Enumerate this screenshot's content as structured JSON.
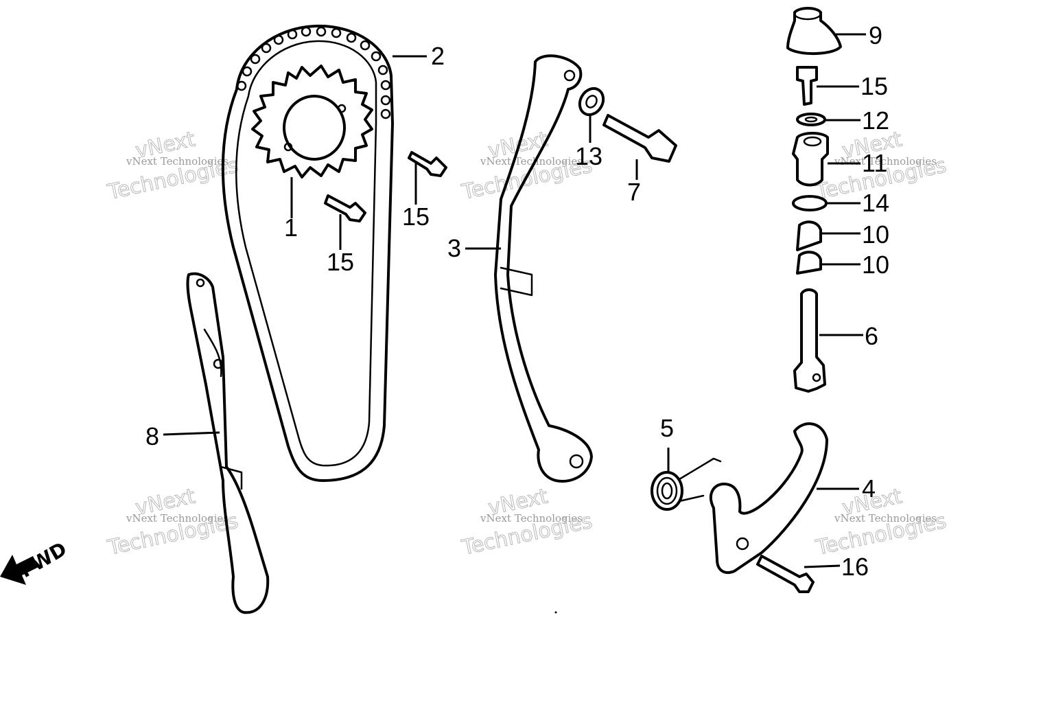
{
  "diagram": {
    "callouts": {
      "c1": "1",
      "c2": "2",
      "c3": "3",
      "c4": "4",
      "c5": "5",
      "c6": "6",
      "c7": "7",
      "c8": "8",
      "c9": "9",
      "c10a": "10",
      "c10b": "10",
      "c11": "11",
      "c12": "12",
      "c13": "13",
      "c14": "14",
      "c15a": "15",
      "c15b": "15",
      "c15c": "15",
      "c16": "16"
    },
    "direction_label": "FWD"
  },
  "watermark": {
    "line1": "vNext Technologies",
    "brand": "vNext",
    "word": "Technologies"
  }
}
